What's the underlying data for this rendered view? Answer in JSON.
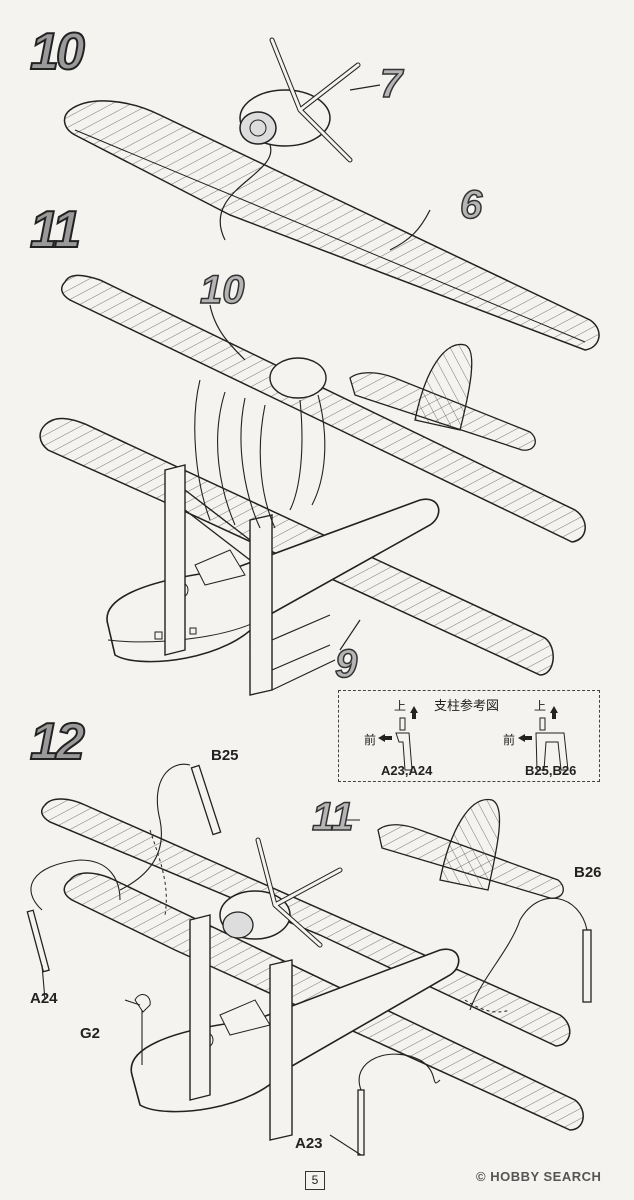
{
  "steps": {
    "s10": "10",
    "s11": "11",
    "s12": "12"
  },
  "parts": {
    "p7": "7",
    "p6": "6",
    "p10": "10",
    "p9": "9",
    "p11": "11"
  },
  "codes": {
    "b25": "B25",
    "b26": "B26",
    "a24": "A24",
    "g2": "G2",
    "a23": "A23",
    "ref_a": "A23,A24",
    "ref_b": "B25,B26"
  },
  "reference": {
    "title": "支柱参考図",
    "up": "上",
    "front": "前"
  },
  "footer": {
    "page": "5",
    "watermark": "© HOBBY SEARCH"
  },
  "colors": {
    "paper": "#f4f3ef",
    "line": "#2a2a2a",
    "numeral_fill": "#9a9a9a"
  }
}
